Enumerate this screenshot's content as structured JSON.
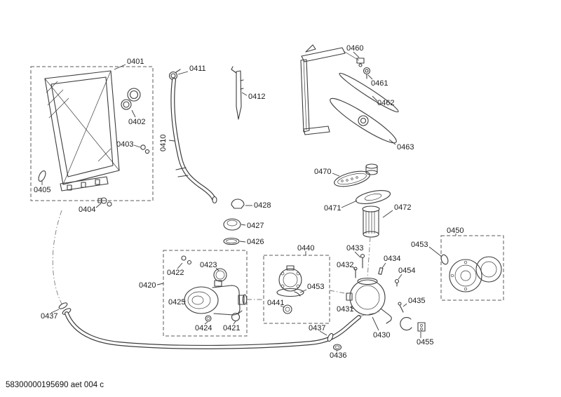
{
  "page": {
    "footer": "58300000195690 aet 004 c"
  },
  "labels": {
    "p0401": "0401",
    "p0402": "0402",
    "p0403": "0403",
    "p0404": "0404",
    "p0405": "0405",
    "p0410": "0410",
    "p0411": "0411",
    "p0412": "0412",
    "p0420": "0420",
    "p0421": "0421",
    "p0422": "0422",
    "p0423": "0423",
    "p0424": "0424",
    "p0425": "0425",
    "p0426": "0426",
    "p0427": "0427",
    "p0428": "0428",
    "p0430": "0430",
    "p0431": "0431",
    "p0432": "0432",
    "p0433": "0433",
    "p0434": "0434",
    "p0435": "0435",
    "p0436": "0436",
    "p0437": "0437",
    "p0440": "0440",
    "p0441": "0441",
    "p0450": "0450",
    "p0453": "0453",
    "p0454": "0454",
    "p0455": "0455",
    "p0460": "0460",
    "p0461": "0461",
    "p0462": "0462",
    "p0463": "0463",
    "p0470": "0470",
    "p0471": "0471",
    "p0472": "0472"
  }
}
